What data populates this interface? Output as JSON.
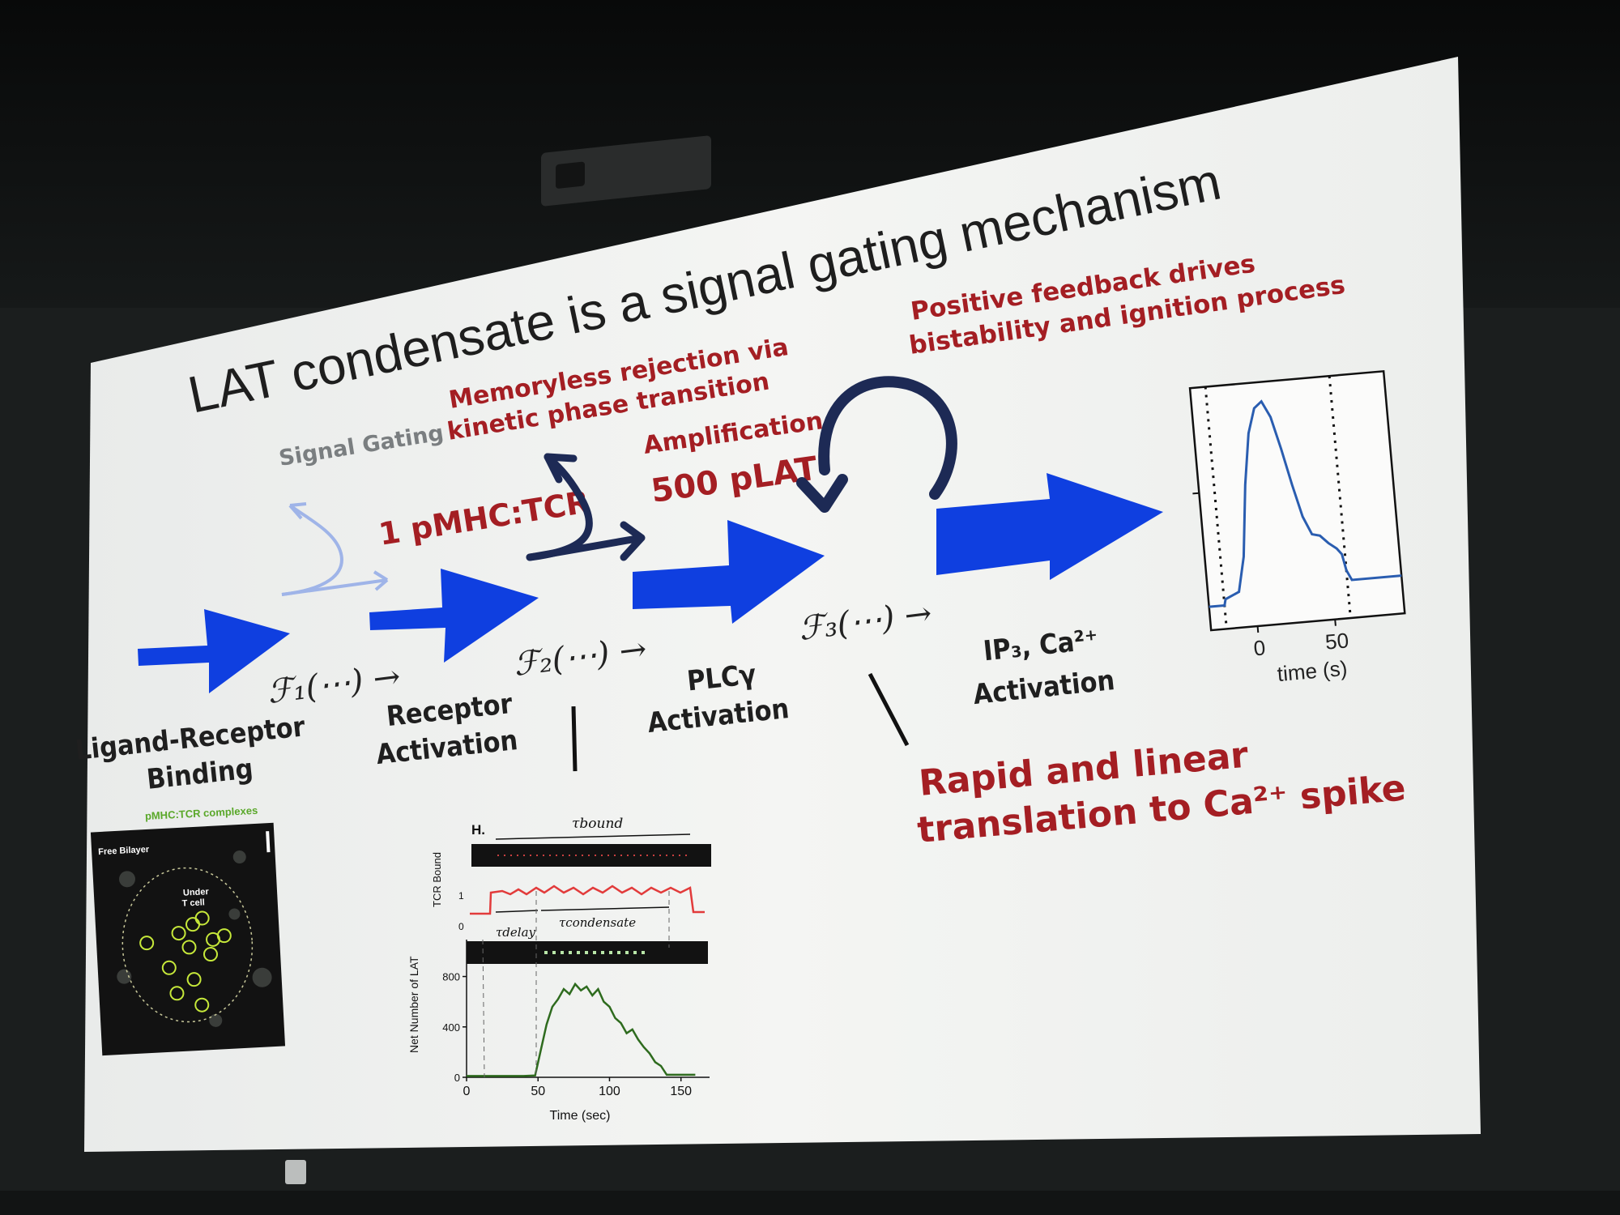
{
  "slide": {
    "title": "LAT condensate is a signal gating mechanism",
    "signal_gating": "Signal Gating",
    "memoryless_line1": "Memoryless rejection via",
    "memoryless_line2": "kinetic phase transition",
    "amplification": "Amplification",
    "pmhc_tcr": "1 pMHC:TCR",
    "plat": "500 pLAT",
    "feedback_line1": "Positive feedback drives",
    "feedback_line2": "bistability and ignition process",
    "f1": "ℱ₁(⋯) →",
    "f2": "ℱ₂(⋯) →",
    "f3": "ℱ₃(⋯) →",
    "stage1_line1": "Ligand-Receptor",
    "stage1_line2": "Binding",
    "stage2_line1": "Receptor",
    "stage2_line2": "Activation",
    "stage3_line1": "PLCγ",
    "stage3_line2": "Activation",
    "stage4_line1": "IP₃, Ca²⁺",
    "stage4_line2": "Activation",
    "rapid_line1": "Rapid and linear",
    "rapid_line2": "translation to Ca²⁺ spike"
  },
  "colors": {
    "blue_arrow": "#0f3fe0",
    "navy_arrow": "#1d2a55",
    "light_arrow": "#9fb4e8",
    "red_text": "#a41e23",
    "slide_bg": "#f1f2f0"
  },
  "micrograph": {
    "title": "pMHC:TCR complexes",
    "free_bilayer": "Free Bilayer",
    "under_line1": "Under",
    "under_line2": "T cell"
  },
  "trace_panel": {
    "panel_letter": "H.",
    "tau_bound": "τbound",
    "tau_delay": "τdelay",
    "tau_condensate": "τcondensate",
    "tcr_ylabel": "TCR Bound",
    "tcr_ticks": [
      "1",
      "0"
    ],
    "lat_ylabel": "Net Number of LAT",
    "lat_yticks": [
      "800",
      "400",
      "0"
    ],
    "xticks": [
      "0",
      "50",
      "100",
      "150"
    ],
    "xlabel": "Time (sec)"
  },
  "chart_data": [
    {
      "type": "line",
      "title": "",
      "xlabel": "time (s)",
      "ylabel": "",
      "xticks": [
        "0",
        "50"
      ],
      "xlim": [
        -30,
        95
      ],
      "ylim": [
        0,
        1
      ],
      "grid": false,
      "series": [
        {
          "x": [
            -30,
            -20,
            -19,
            -10,
            -5,
            0,
            5,
            10,
            15,
            20,
            25,
            30,
            35,
            40,
            45,
            50,
            55,
            58,
            60,
            63,
            95
          ],
          "y": [
            0.02,
            0.02,
            0.05,
            0.08,
            0.25,
            0.6,
            0.85,
            0.97,
            1.0,
            0.92,
            0.76,
            0.58,
            0.42,
            0.33,
            0.32,
            0.28,
            0.25,
            0.22,
            0.14,
            0.09,
            0.09
          ]
        }
      ],
      "annotations": [
        "dotted vertical line at start",
        "dotted vertical line at end"
      ]
    },
    {
      "type": "line",
      "title": "",
      "xlabel": "Time (sec)",
      "ylabel": "Net Number of LAT",
      "xticks": [
        "0",
        "50",
        "100",
        "150"
      ],
      "yticks": [
        "0",
        "400",
        "800"
      ],
      "xlim": [
        0,
        170
      ],
      "ylim": [
        0,
        900
      ],
      "series": [
        {
          "x": [
            0,
            10,
            20,
            30,
            40,
            48,
            52,
            56,
            60,
            64,
            68,
            72,
            76,
            80,
            84,
            88,
            92,
            96,
            100,
            104,
            108,
            112,
            116,
            120,
            124,
            128,
            132,
            136,
            140,
            160
          ],
          "y": [
            10,
            10,
            10,
            10,
            10,
            15,
            220,
            420,
            560,
            620,
            700,
            660,
            740,
            690,
            720,
            650,
            700,
            600,
            560,
            470,
            430,
            350,
            380,
            300,
            240,
            190,
            120,
            90,
            20,
            20
          ]
        }
      ]
    }
  ]
}
